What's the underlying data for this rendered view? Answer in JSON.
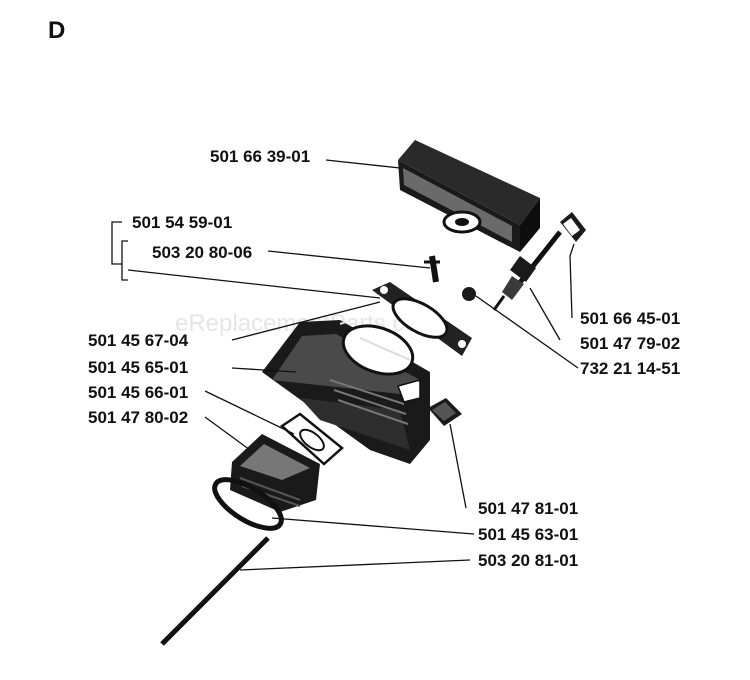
{
  "section_label": "D",
  "watermark": "eReplacementParts.com",
  "parts": {
    "p1": "501 66 39-01",
    "p2": "501 54 59-01",
    "p3": "503 20 80-06",
    "p4": "501 45 67-04",
    "p5": "501 45 65-01",
    "p6": "501 45 66-01",
    "p7": "501 47 80-02",
    "p8": "501 66 45-01",
    "p9": "501 47 79-02",
    "p10": "732 21 14-51",
    "p11": "501 47 81-01",
    "p12": "501 45 63-01",
    "p13": "503 20 81-01"
  }
}
